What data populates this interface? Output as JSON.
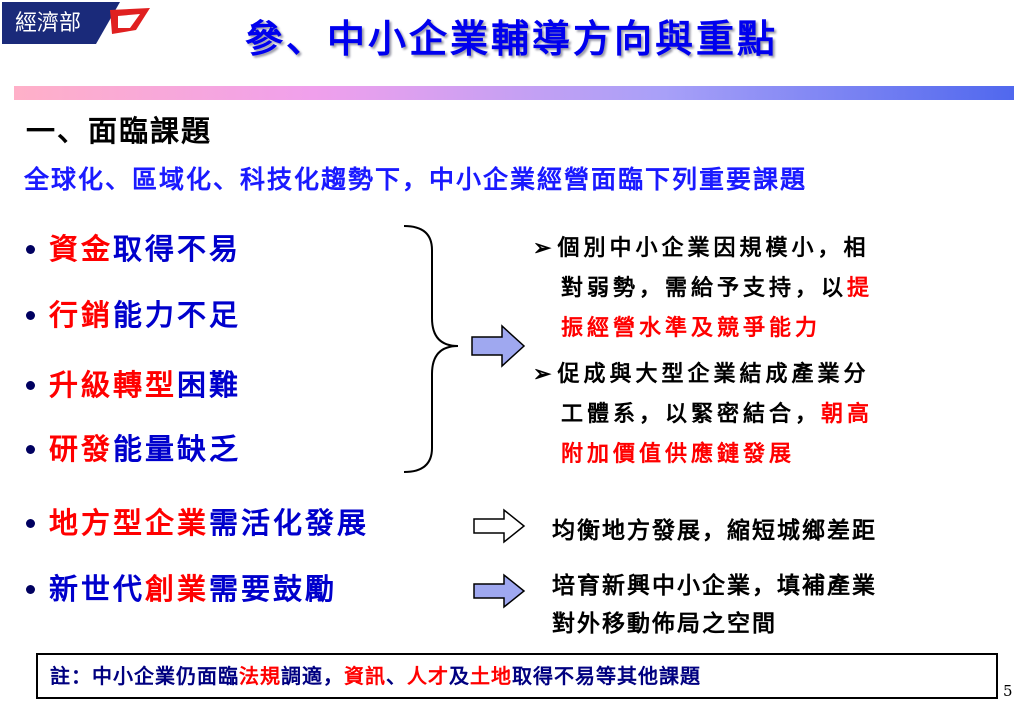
{
  "header": {
    "logo_text": "經濟部",
    "title": "參、中小企業輔導方向與重點"
  },
  "section": {
    "heading": "一、面臨課題",
    "subtitle": "全球化、區域化、科技化趨勢下，中小企業經營面臨下列重要課題"
  },
  "bullets": [
    {
      "parts": [
        {
          "t": "資金",
          "c": "red"
        },
        {
          "t": "取得不易",
          "c": "blue"
        }
      ]
    },
    {
      "parts": [
        {
          "t": "行銷",
          "c": "red"
        },
        {
          "t": "能力不足",
          "c": "blue"
        }
      ]
    },
    {
      "parts": [
        {
          "t": "升級轉型",
          "c": "red"
        },
        {
          "t": "困難",
          "c": "blue"
        }
      ]
    },
    {
      "parts": [
        {
          "t": "研發",
          "c": "red"
        },
        {
          "t": "能量缺乏",
          "c": "blue"
        }
      ]
    },
    {
      "parts": [
        {
          "t": "地方型企業",
          "c": "red"
        },
        {
          "t": "需活化發展",
          "c": "blue"
        }
      ]
    },
    {
      "parts": [
        {
          "t": "新世代",
          "c": "blue"
        },
        {
          "t": "創業",
          "c": "red"
        },
        {
          "t": "需要鼓勵",
          "c": "blue"
        }
      ]
    }
  ],
  "notes": [
    {
      "pointer": "➢",
      "line1": "個別中小企業因規模小，相",
      "line2_a": "對弱勢，需給予支持，以",
      "line2_b": "提",
      "line3": "振經營水準及競爭能力"
    },
    {
      "pointer": "➢",
      "line1": "促成與大型企業結成產業分",
      "line2_a": "工體系，以緊密結合，",
      "line2_b": "朝高",
      "line3": "附加價值供應鏈發展"
    }
  ],
  "results": [
    {
      "text": "均衡地方發展，縮短城鄉差距"
    },
    {
      "text": "培育新興中小企業，填補產業",
      "text2": "對外移動佈局之空間"
    }
  ],
  "footnote": {
    "parts": [
      {
        "t": "註：中小企業仍面臨",
        "c": "navy"
      },
      {
        "t": "法規",
        "c": "red"
      },
      {
        "t": "調適，",
        "c": "navy"
      },
      {
        "t": "資訊",
        "c": "red"
      },
      {
        "t": "、",
        "c": "navy"
      },
      {
        "t": "人才",
        "c": "red"
      },
      {
        "t": "及",
        "c": "navy"
      },
      {
        "t": "土地",
        "c": "red"
      },
      {
        "t": "取得不易等其他課題",
        "c": "navy"
      }
    ]
  },
  "page_number": "5",
  "colors": {
    "accent_red": "#ff0000",
    "accent_blue": "#0000cc",
    "navy": "#000080",
    "title_blue": "#0000ee"
  }
}
